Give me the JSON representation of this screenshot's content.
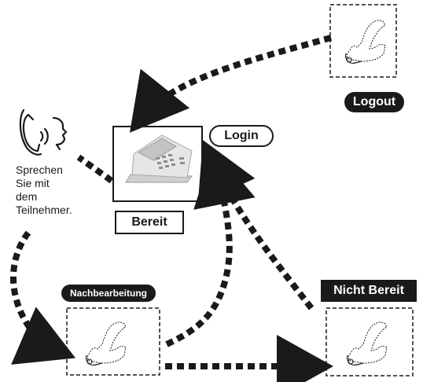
{
  "speech_text": [
    "Sprechen",
    "Sie mit",
    "dem",
    "Teilnehmer."
  ],
  "states": {
    "logout": "Logout",
    "login": "Login",
    "bereit": "Bereit",
    "nachbearbeitung": "Nachbearbeitung",
    "nicht_bereit": "Nicht Bereit"
  },
  "icons": {
    "talking": "person-talking-on-phone-icon",
    "telephone": "telephone-icon",
    "desk_phone": "desk-phone-icon"
  },
  "colors": {
    "ink": "#1a1a1a",
    "background": "#ffffff"
  }
}
